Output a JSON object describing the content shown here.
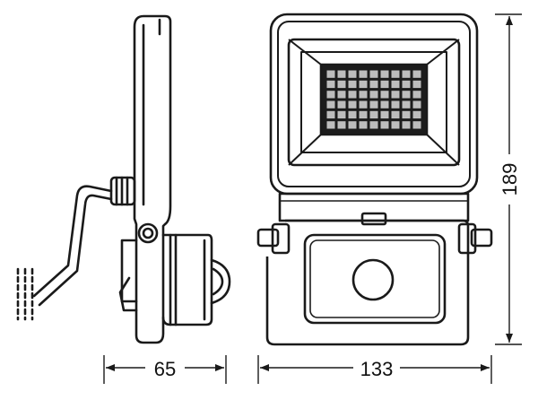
{
  "dimensions": {
    "depth": "65",
    "width": "133",
    "height": "189"
  },
  "led_grid": {
    "rows": 6,
    "cols": 9
  },
  "colors": {
    "stroke": "#1a1a1a",
    "led_fill": "#1c1c1c",
    "led_cell": "#bdbdbd"
  }
}
